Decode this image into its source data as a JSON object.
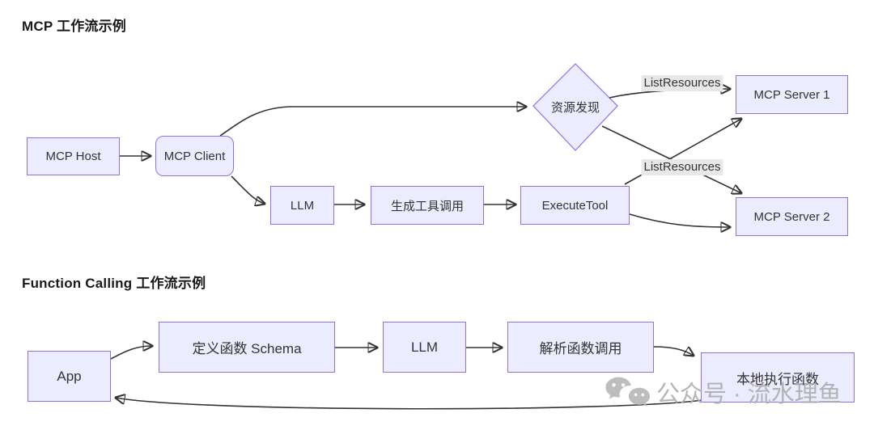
{
  "mcp_flow": {
    "title": "MCP 工作流示例",
    "nodes": {
      "mcp_host": "MCP Host",
      "mcp_client": "MCP Client",
      "resource_discovery": "资源发现",
      "llm": "LLM",
      "generate_tool_call": "生成工具调用",
      "execute_tool": "ExecuteTool",
      "mcp_server_1": "MCP Server 1",
      "mcp_server_2": "MCP Server 2"
    },
    "edge_labels": {
      "to_server_1": "ListResources",
      "to_server_2": "ListResources"
    }
  },
  "function_calling_flow": {
    "title": "Function Calling 工作流示例",
    "nodes": {
      "app": "App",
      "define_schema": "定义函数 Schema",
      "llm": "LLM",
      "parse_call": "解析函数调用",
      "local_execute": "本地执行函数"
    }
  },
  "watermark": {
    "icon": "wechat-icon",
    "text": "公众号 · 流水理鱼"
  },
  "colors": {
    "node_fill": "#ECECFF",
    "node_border": "#9370DB",
    "edge": "#333333",
    "edge_label_bg": "#e8e8e8",
    "title_text": "#1a1a1a",
    "watermark": "#ababab"
  }
}
